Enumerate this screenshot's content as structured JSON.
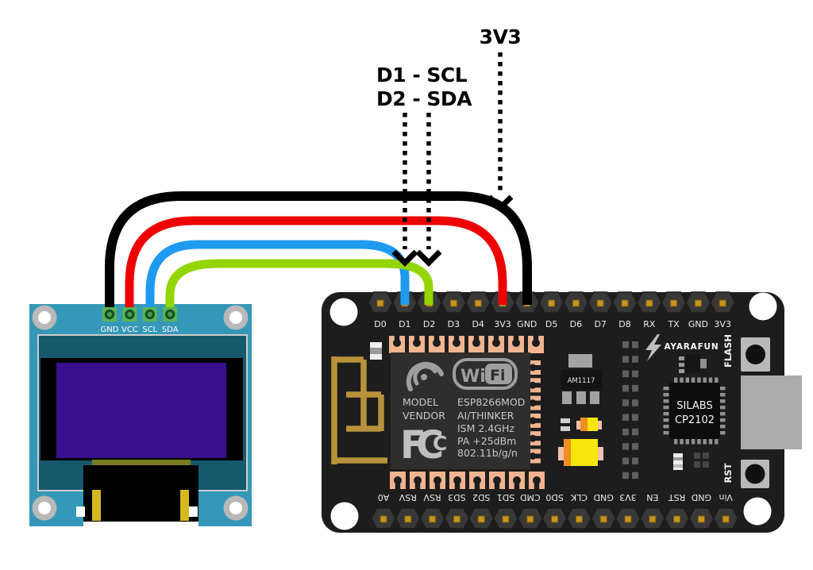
{
  "annotations": {
    "label_3v3": "3V3",
    "label_d1": "D1 - SCL",
    "label_d2": "D2 - SDA"
  },
  "oled": {
    "pin_labels": [
      "GND",
      "VCC",
      "SCL",
      "SDA"
    ],
    "pcb_color": "#3598b8",
    "screen_color": "#390f90"
  },
  "nodemcu": {
    "top_pin_labels": [
      "D0",
      "D1",
      "D2",
      "D3",
      "D4",
      "3V3",
      "GND",
      "D5",
      "D6",
      "D7",
      "D8",
      "RX",
      "TX",
      "GND",
      "3V3"
    ],
    "bottom_pin_labels": [
      "A0",
      "RSV",
      "RSV",
      "SD3",
      "SD2",
      "SD1",
      "CMD",
      "SD0",
      "CLK",
      "GND",
      "3V3",
      "EN",
      "RST",
      "GND",
      "Vin"
    ],
    "esp": {
      "model_key": "MODEL",
      "model_val": "ESP8266MOD",
      "vendor_key": "VENDOR",
      "vendor_val": "AI/THINKER",
      "spec1": "ISM 2.4GHz",
      "spec2": "PA +25dBm",
      "spec3": "802.11b/g/n",
      "wifi_left": "Wi",
      "wifi_right": "Fi",
      "fcc_f": "F",
      "fcc_c": "C",
      "fcc_c2": "C"
    },
    "regulator_label": "AM1117",
    "brand": "AYARAFUN",
    "usb_chip_line1": "SILABS",
    "usb_chip_line2": "CP2102",
    "flash_button": "FLASH",
    "rst_button": "RST"
  },
  "wires": [
    {
      "id": "gnd-wire",
      "color": "#000000"
    },
    {
      "id": "vcc-wire",
      "color": "#ee0000"
    },
    {
      "id": "scl-wire",
      "color": "#1e9af0"
    },
    {
      "id": "sda-wire",
      "color": "#93d500"
    }
  ]
}
